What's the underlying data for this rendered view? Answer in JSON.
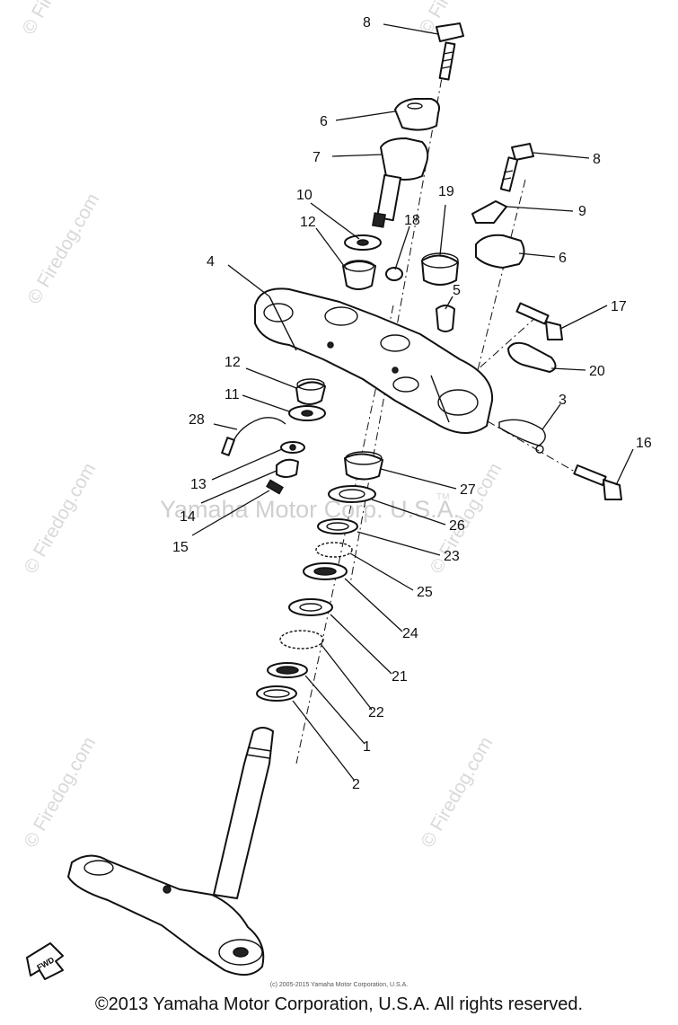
{
  "watermark_text": "© Firedog.com",
  "center_watermark": "Yamaha Motor Corp. U.S.A.",
  "trademark_mark": "TM",
  "fwd_label": "FWD",
  "small_copyright": "(c) 2005-2015 Yamaha Motor Corporation, U.S.A.",
  "footer_copyright": "©2013 Yamaha Motor Corporation, U.S.A. All rights reserved.",
  "callouts": [
    {
      "id": "8a",
      "text": "8"
    },
    {
      "id": "6a",
      "text": "6"
    },
    {
      "id": "7",
      "text": "7"
    },
    {
      "id": "10",
      "text": "10"
    },
    {
      "id": "12a",
      "text": "12"
    },
    {
      "id": "4",
      "text": "4"
    },
    {
      "id": "19",
      "text": "19"
    },
    {
      "id": "18",
      "text": "18"
    },
    {
      "id": "5",
      "text": "5"
    },
    {
      "id": "8b",
      "text": "8"
    },
    {
      "id": "9",
      "text": "9"
    },
    {
      "id": "6b",
      "text": "6"
    },
    {
      "id": "17",
      "text": "17"
    },
    {
      "id": "20",
      "text": "20"
    },
    {
      "id": "3",
      "text": "3"
    },
    {
      "id": "16",
      "text": "16"
    },
    {
      "id": "12b",
      "text": "12"
    },
    {
      "id": "11",
      "text": "11"
    },
    {
      "id": "28",
      "text": "28"
    },
    {
      "id": "13",
      "text": "13"
    },
    {
      "id": "14",
      "text": "14"
    },
    {
      "id": "15",
      "text": "15"
    },
    {
      "id": "27",
      "text": "27"
    },
    {
      "id": "26",
      "text": "26"
    },
    {
      "id": "23",
      "text": "23"
    },
    {
      "id": "25",
      "text": "25"
    },
    {
      "id": "24",
      "text": "24"
    },
    {
      "id": "21",
      "text": "21"
    },
    {
      "id": "22",
      "text": "22"
    },
    {
      "id": "1",
      "text": "1"
    },
    {
      "id": "2",
      "text": "2"
    }
  ]
}
